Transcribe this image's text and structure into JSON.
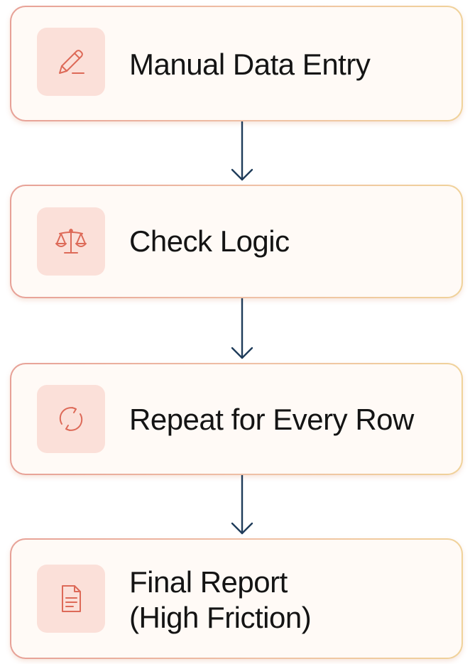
{
  "steps": [
    {
      "label": "Manual Data Entry",
      "icon": "pencil-icon"
    },
    {
      "label": "Check Logic",
      "icon": "scales-icon"
    },
    {
      "label": "Repeat for Every Row",
      "icon": "refresh-icon"
    },
    {
      "label_line1": "Final Report",
      "label_line2": "(High Friction)",
      "icon": "document-icon"
    }
  ],
  "colors": {
    "icon_stroke": "#dd6a58",
    "icon_tile": "#fbe0d9",
    "arrow": "#1f3c5a",
    "text": "#141414"
  }
}
